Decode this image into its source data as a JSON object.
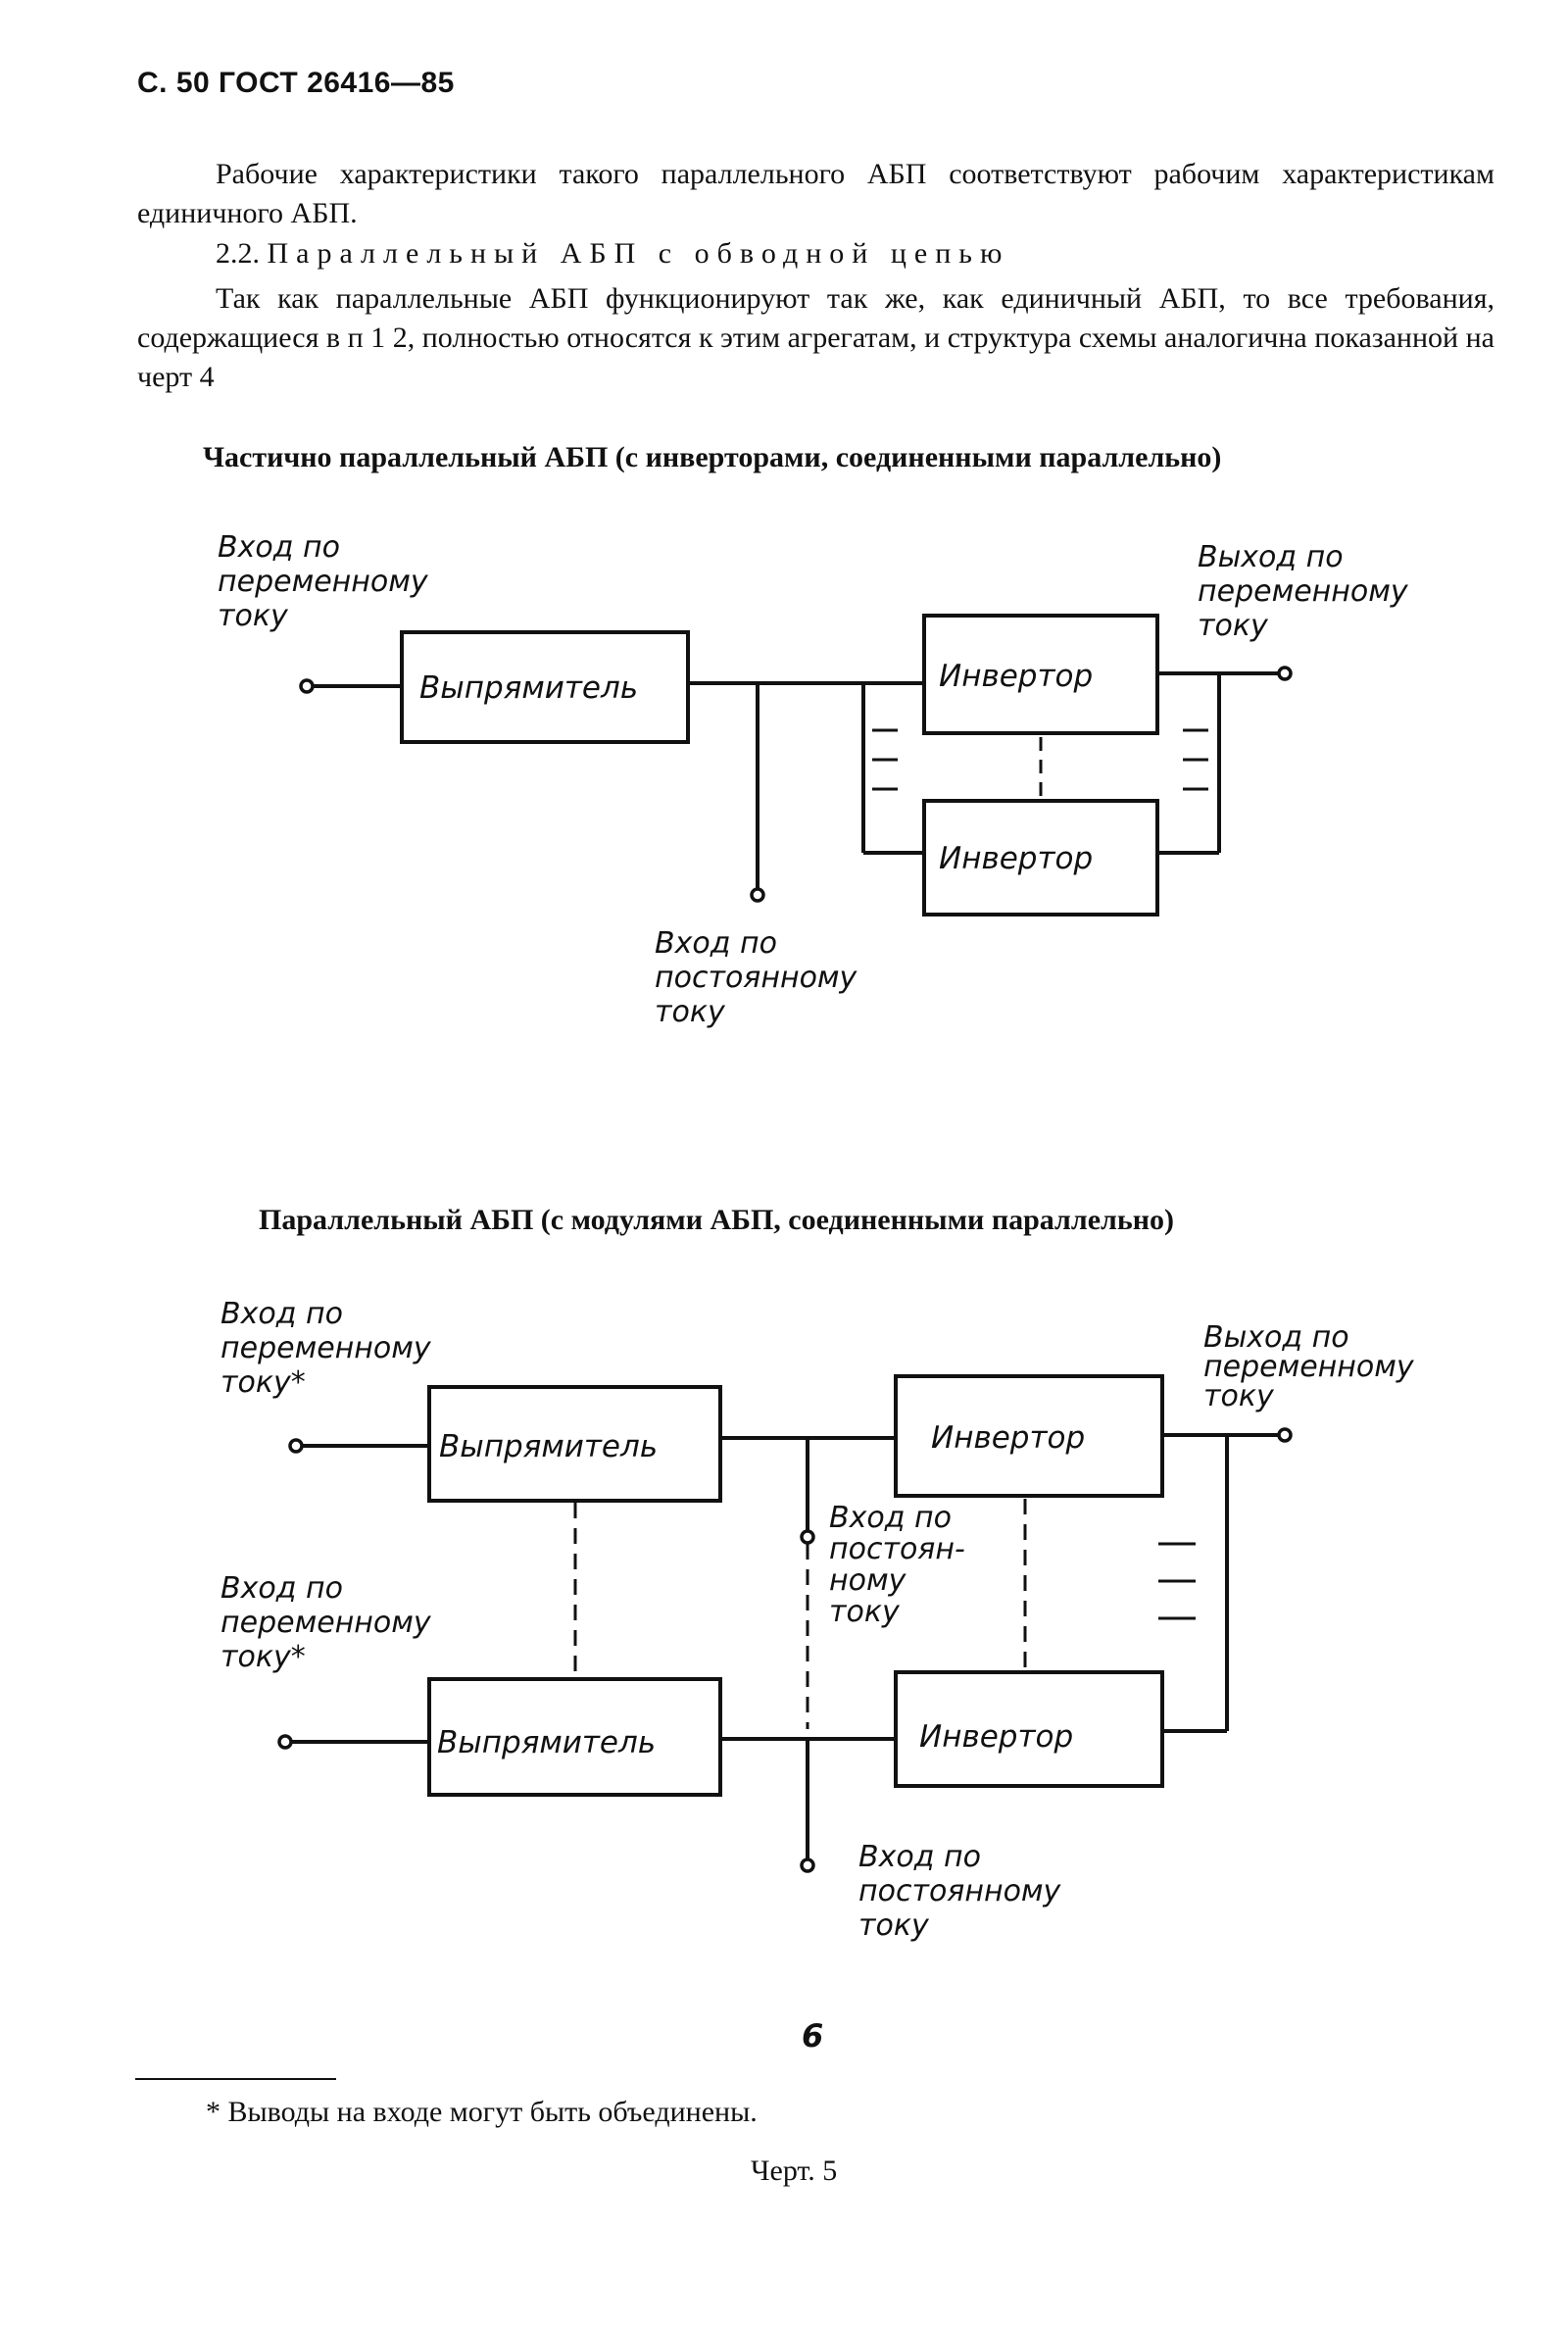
{
  "header": "С. 50 ГОСТ 26416—85",
  "paragraphs": {
    "p1": "Рабочие характеристики такого параллельного АБП соответствуют рабочим характеристикам единичного АБП.",
    "section_number": "2.2.",
    "section_title": "Параллельный АБП с обводной цепью",
    "p2": "Так как параллельные АБП функционируют так же, как единичный АБП, то все требования, содержащиеся в п 1 2, полностью относятся к этим агрегатам, и структура схемы аналогична показанной на черт 4"
  },
  "diagram1": {
    "title": "Частично параллельный АБП (с инверторами, соединенными параллельно)",
    "ac_input_label": [
      "Вход по",
      "переменному",
      "току"
    ],
    "ac_output_label": [
      "Выход по",
      "переменному",
      "току"
    ],
    "dc_input_label": [
      "Вход по",
      "постоянному",
      "току"
    ],
    "rectifier": "Выпрямитель",
    "inverter_1": "Инвертор",
    "inverter_2": "Инвертор"
  },
  "diagram2": {
    "title": "Параллельный АБП (с модулями АБП, соединенными параллельно)",
    "ac_input_label_1": [
      "Вход по",
      "переменному",
      "току*"
    ],
    "ac_input_label_2": [
      "Вход по",
      "переменному",
      "току*"
    ],
    "ac_output_label": [
      "Выход по",
      "переменному",
      "току"
    ],
    "dc_input_label_1": [
      "Вход по",
      "постоян-",
      "ному",
      "току"
    ],
    "dc_input_label_2": [
      "Вход по",
      "постоянному",
      "току"
    ],
    "rectifier_1": "Выпрямитель",
    "rectifier_2": "Выпрямитель",
    "inverter_1": "Инвертор",
    "inverter_2": "Инвертор"
  },
  "page_marker": "6",
  "footnote": "* Выводы на входе могут быть объединены.",
  "figure_caption": "Черт. 5"
}
